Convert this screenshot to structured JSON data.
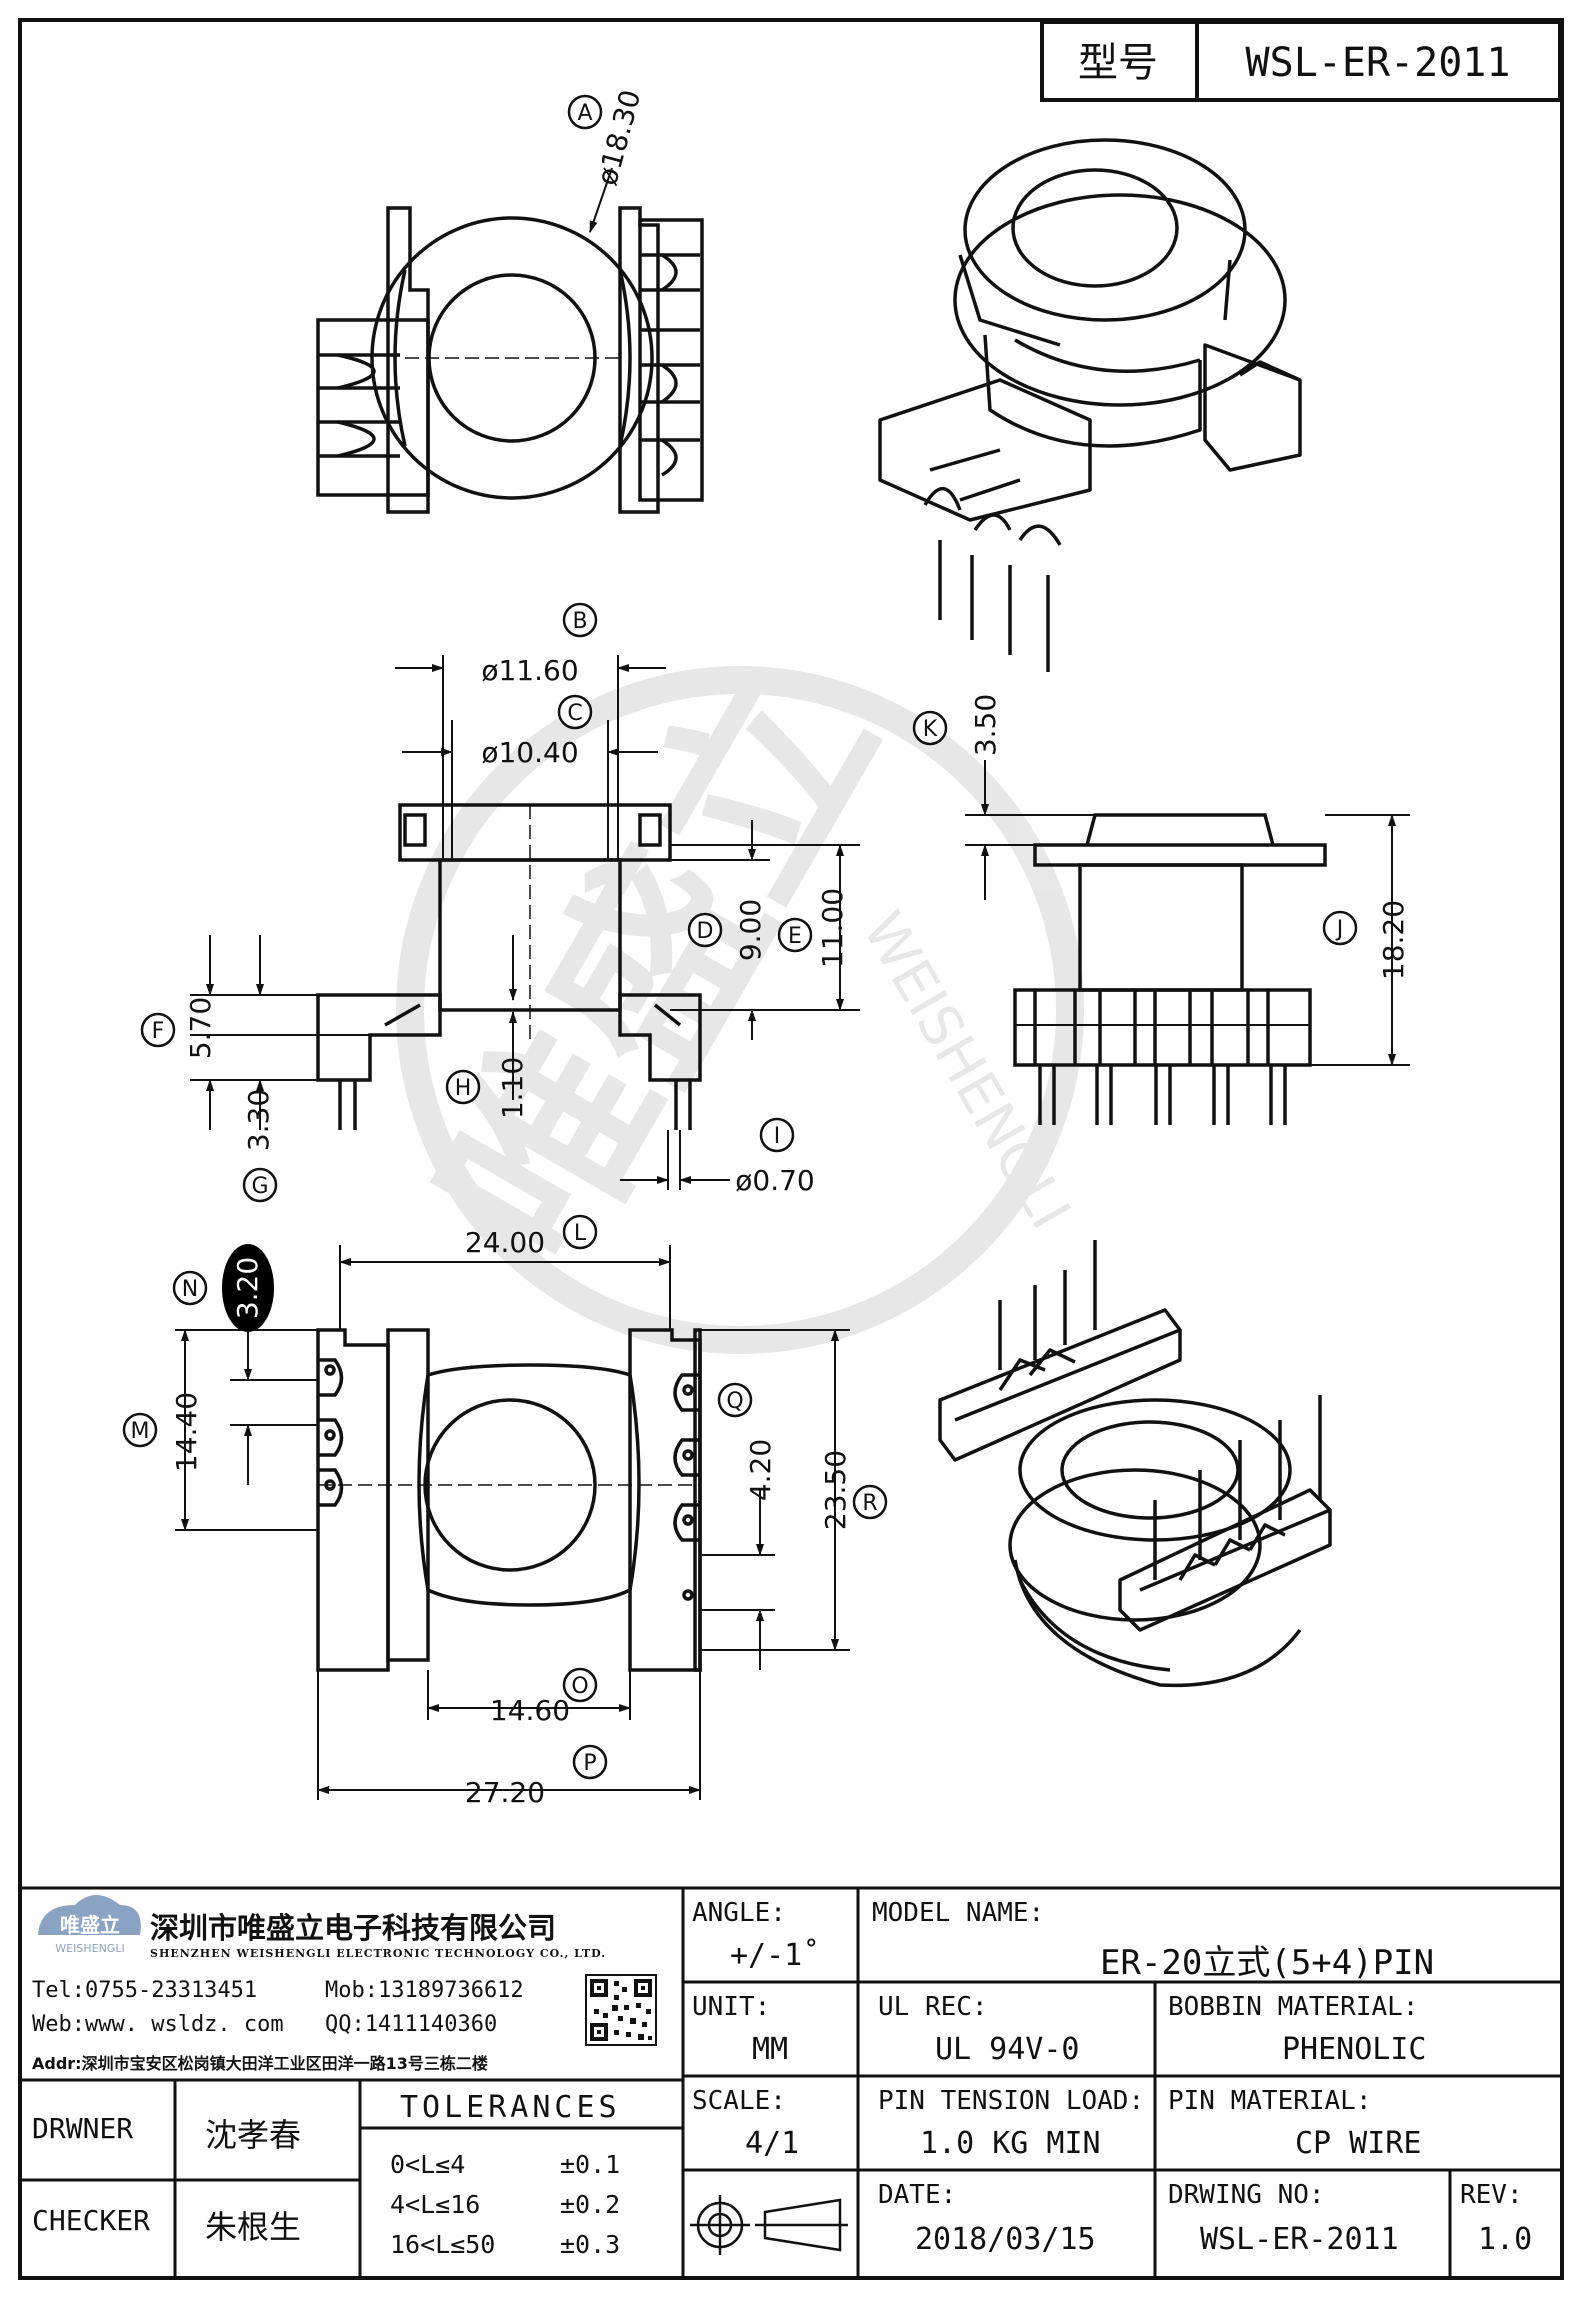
{
  "header": {
    "model_label": "型号",
    "model_value": "WSL-ER-2011"
  },
  "dimensions": {
    "A": {
      "tag": "A",
      "text": "ø18.30"
    },
    "B": {
      "tag": "B",
      "text": "ø11.60"
    },
    "C": {
      "tag": "C",
      "text": "ø10.40"
    },
    "D": {
      "tag": "D",
      "text": "9.00"
    },
    "E": {
      "tag": "E",
      "text": "11.00"
    },
    "F": {
      "tag": "F",
      "text": "5.70"
    },
    "G": {
      "tag": "G",
      "text": "3.30"
    },
    "H": {
      "tag": "H",
      "text": "1.10"
    },
    "I": {
      "tag": "I",
      "text": "ø0.70"
    },
    "J": {
      "tag": "J",
      "text": "18.20"
    },
    "K": {
      "tag": "K",
      "text": "3.50"
    },
    "L": {
      "tag": "L",
      "text": "24.00"
    },
    "M": {
      "tag": "M",
      "text": "14.40"
    },
    "N": {
      "tag": "N",
      "text": "3.20"
    },
    "O": {
      "tag": "O",
      "text": "14.60"
    },
    "P": {
      "tag": "P",
      "text": "27.20"
    },
    "Q": {
      "tag": "Q",
      "text": "4.20"
    },
    "R": {
      "tag": "R",
      "text": "23.50"
    }
  },
  "watermark": {
    "brand_cn": "唯盛立",
    "brand_en": "WEISHENGLI"
  },
  "company": {
    "logo_cn": "唯盛立",
    "logo_en": "WEISHENGLI",
    "name_cn": "深圳市唯盛立电子科技有限公司",
    "name_en": "SHENZHEN WEISHENGLI ELECTRONIC TECHNOLOGY CO., LTD.",
    "tel": "Tel:0755-23313451",
    "mob": "Mob:13189736612",
    "web": "Web:www. wsldz. com",
    "qq": "QQ:1411140360",
    "addr": "Addr:深圳市宝安区松岗镇大田洋工业区田洋一路13号三栋二楼"
  },
  "title_block": {
    "angle_label": "ANGLE:",
    "angle_value": "+/-1˚",
    "model_name_label": "MODEL NAME:",
    "model_name_value": "ER-20立式(5+4)PIN",
    "unit_label": "UNIT:",
    "unit_value": "MM",
    "ul_rec_label": "UL REC:",
    "ul_rec_value": "UL 94V-0",
    "bobbin_material_label": "BOBBIN MATERIAL:",
    "bobbin_material_value": "PHENOLIC",
    "scale_label": "SCALE:",
    "scale_value": "4/1",
    "pin_tension_label": "PIN TENSION LOAD:",
    "pin_tension_value": "1.0 KG MIN",
    "pin_material_label": "PIN MATERIAL:",
    "pin_material_value": "CP WIRE",
    "date_label": "DATE:",
    "date_value": "2018/03/15",
    "drawing_no_label": "DRWING NO:",
    "drawing_no_value": "WSL-ER-2011",
    "rev_label": "REV:",
    "rev_value": "1.0",
    "drwner_label": "DRWNER",
    "drwner_value": "沈孝春",
    "checker_label": "CHECKER",
    "checker_value": "朱根生",
    "tolerances_label": "TOLERANCES",
    "tolerances": [
      {
        "range": "0<L≤4",
        "value": "±0.1"
      },
      {
        "range": "4<L≤16",
        "value": "±0.2"
      },
      {
        "range": "16<L≤50",
        "value": "±0.3"
      }
    ]
  }
}
